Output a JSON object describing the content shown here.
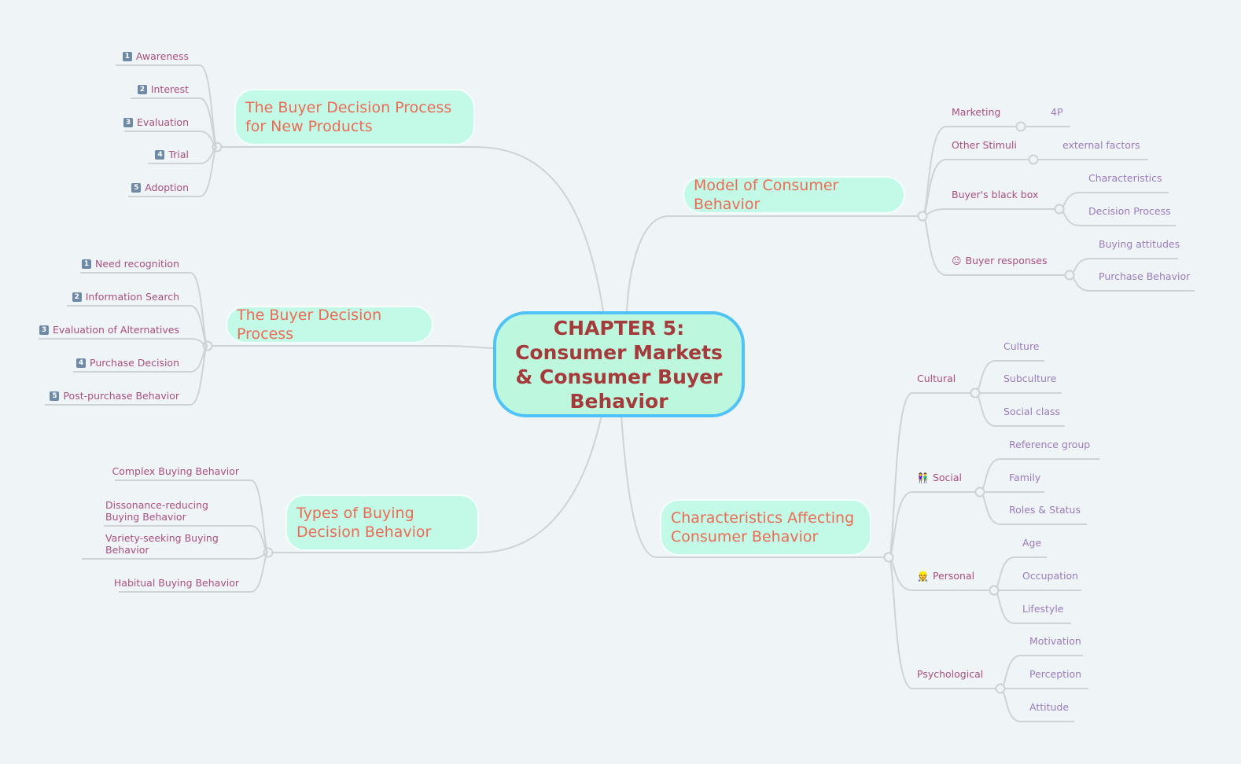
{
  "central": {
    "title": "CHAPTER 5: Consumer Markets & Consumer Buyer Behavior"
  },
  "colors": {
    "background": "#eff4f7",
    "central_border": "#4fc3f7",
    "central_fill": "#bdf7de",
    "central_text": "#a53a3a",
    "topic_fill": "#c2f9e7",
    "topic_text": "#ec6b55",
    "subtopic_text": "#a94f7f",
    "leaf_text": "#9a7cbc",
    "connector": "#cfd3d6"
  },
  "topics": {
    "new_products": {
      "title": "The Buyer Decision Process for New Products",
      "items": [
        {
          "badge": "1",
          "icon": "keycap-1-icon",
          "label": "Awareness"
        },
        {
          "badge": "2",
          "icon": "keycap-2-icon",
          "label": "Interest"
        },
        {
          "badge": "3",
          "icon": "keycap-3-icon",
          "label": "Evaluation"
        },
        {
          "badge": "4",
          "icon": "keycap-4-icon",
          "label": "Trial"
        },
        {
          "badge": "5",
          "icon": "keycap-5-icon",
          "label": "Adoption"
        }
      ]
    },
    "decision_process": {
      "title": "The Buyer Decision Process",
      "items": [
        {
          "badge": "1",
          "icon": "keycap-1-icon",
          "label": "Need recognition"
        },
        {
          "badge": "2",
          "icon": "keycap-2-icon",
          "label": "Information Search"
        },
        {
          "badge": "3",
          "icon": "keycap-3-icon",
          "label": "Evaluation of Alternatives"
        },
        {
          "badge": "4",
          "icon": "keycap-4-icon",
          "label": "Purchase Decision"
        },
        {
          "badge": "5",
          "icon": "keycap-5-icon",
          "label": "Post-purchase Behavior"
        }
      ]
    },
    "types": {
      "title": "Types of Buying Decision Behavior",
      "items": [
        {
          "label": "Complex Buying Behavior"
        },
        {
          "label": "Dissonance-reducing Buying Behavior"
        },
        {
          "label": "Variety-seeking Buying Behavior"
        },
        {
          "label": "Habitual Buying Behavior"
        }
      ]
    },
    "model": {
      "title": "Model of Consumer Behavior",
      "items": [
        {
          "label": "Marketing",
          "children": [
            "4P"
          ]
        },
        {
          "label": "Other Stimuli",
          "children": [
            "external factors"
          ]
        },
        {
          "label": "Buyer's black box",
          "children": [
            "Characteristics",
            "Decision Process"
          ]
        },
        {
          "label": "Buyer responses",
          "icon": "neutral-face-icon",
          "children": [
            "Buying attitudes",
            "Purchase Behavior"
          ]
        }
      ]
    },
    "characteristics": {
      "title": "Characteristics Affecting Consumer Behavior",
      "items": [
        {
          "label": "Cultural",
          "children": [
            "Culture",
            "Subculture",
            "Social class"
          ]
        },
        {
          "label": "Social",
          "icon": "people-icon",
          "children": [
            "Reference group",
            "Family",
            "Roles & Status"
          ]
        },
        {
          "label": "Personal",
          "icon": "person-icon",
          "children": [
            "Age",
            "Occupation",
            "Lifestyle"
          ]
        },
        {
          "label": "Psychological",
          "children": [
            "Motivation",
            "Perception",
            "Attitude"
          ]
        }
      ]
    }
  }
}
